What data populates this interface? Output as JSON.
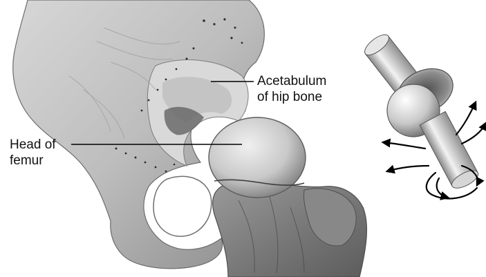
{
  "labels": {
    "acetabulum_line1": "Acetabulum",
    "acetabulum_line2": "of hip bone",
    "head_line1": "Head of",
    "head_line2": "femur"
  },
  "colors": {
    "bone_light": "#e4e4e4",
    "bone_mid": "#b9b9b9",
    "bone_dark": "#5a5a5a",
    "leader_line": "#000000",
    "background": "#ffffff"
  },
  "icons": {
    "joint_model": "ball-and-socket-joint-icon",
    "motion_arrows": "rotation-arrows-icon"
  }
}
